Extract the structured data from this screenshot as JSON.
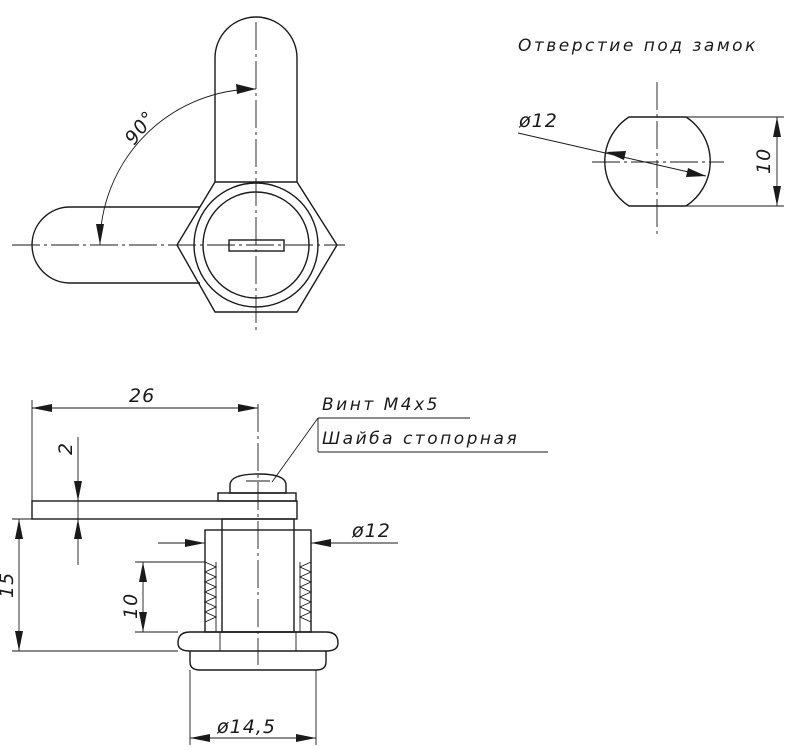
{
  "title": "Отверстие под замок",
  "dimensions": {
    "angle": "90°",
    "hole_diameter": "ø12",
    "hole_height": "10",
    "length": "26",
    "thickness": "2",
    "height_total": "15",
    "thread_length": "10",
    "body_diameter": "ø12",
    "nut_diameter": "ø14,5"
  },
  "callouts": {
    "screw": "Винт М4х5",
    "washer": "Шайба стопорная"
  }
}
